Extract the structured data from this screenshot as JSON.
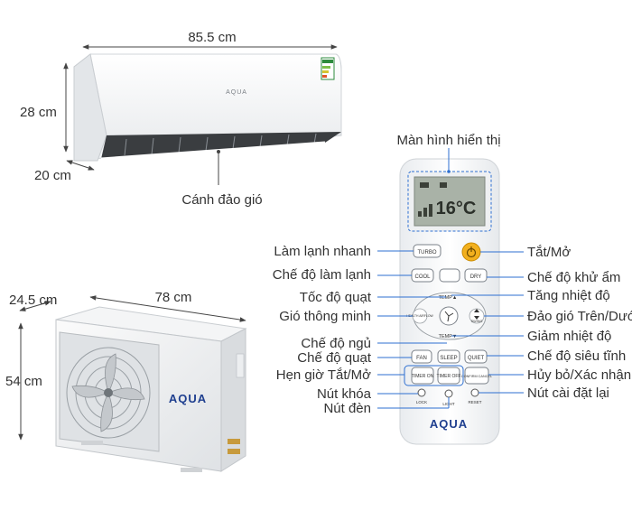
{
  "indoor": {
    "width": "85.5 cm",
    "height": "28 cm",
    "depth": "20 cm",
    "brand": "AQUA",
    "vane_label": "Cánh đảo gió"
  },
  "outdoor": {
    "width": "78 cm",
    "height": "54 cm",
    "depth": "24.5 cm",
    "brand": "AQUA"
  },
  "remote": {
    "brand": "AQUA",
    "lcd_value": "16°C",
    "buttons": {
      "turbo": "TURBO",
      "cool": "COOL",
      "dry": "DRY",
      "temp_up": "TEMP▲",
      "temp_down": "TEMP▼",
      "health": "HEALTH AIRFLOW",
      "swing": "SWING",
      "fan": "FAN",
      "sleep": "SLEEP",
      "quiet": "QUIET",
      "timer_on": "TIMER ON",
      "timer_off": "TIMER OFF",
      "confirm": "CONFIRM CANCEL",
      "lock": "LOCK",
      "light": "LIGHT",
      "reset": "RESET"
    }
  },
  "labels": {
    "display": "Màn hình hiển thị",
    "fast_cool": "Làm lạnh nhanh",
    "cool_mode": "Chế độ làm lạnh",
    "fan_speed": "Tốc độ quạt",
    "smart_wind": "Gió thông minh",
    "sleep_mode": "Chế độ ngủ",
    "fan_mode": "Chế độ quạt",
    "timer": "Hẹn giờ Tắt/Mở",
    "lock": "Nút khóa",
    "light": "Nút đèn",
    "power": "Tắt/Mở",
    "dry_mode": "Chế độ khử ẩm",
    "temp_up": "Tăng nhiệt độ",
    "swing": "Đảo gió Trên/Dưới",
    "temp_down": "Giảm nhiệt độ",
    "quiet_mode": "Chế độ siêu tĩnh",
    "cancel": "Hủy bỏ/Xác nhận",
    "reset": "Nút cài đặt lại"
  },
  "colors": {
    "power_button": "#f2b01e",
    "energy_label": "#2e8b3d",
    "brand_blue": "#1f3f8f"
  }
}
